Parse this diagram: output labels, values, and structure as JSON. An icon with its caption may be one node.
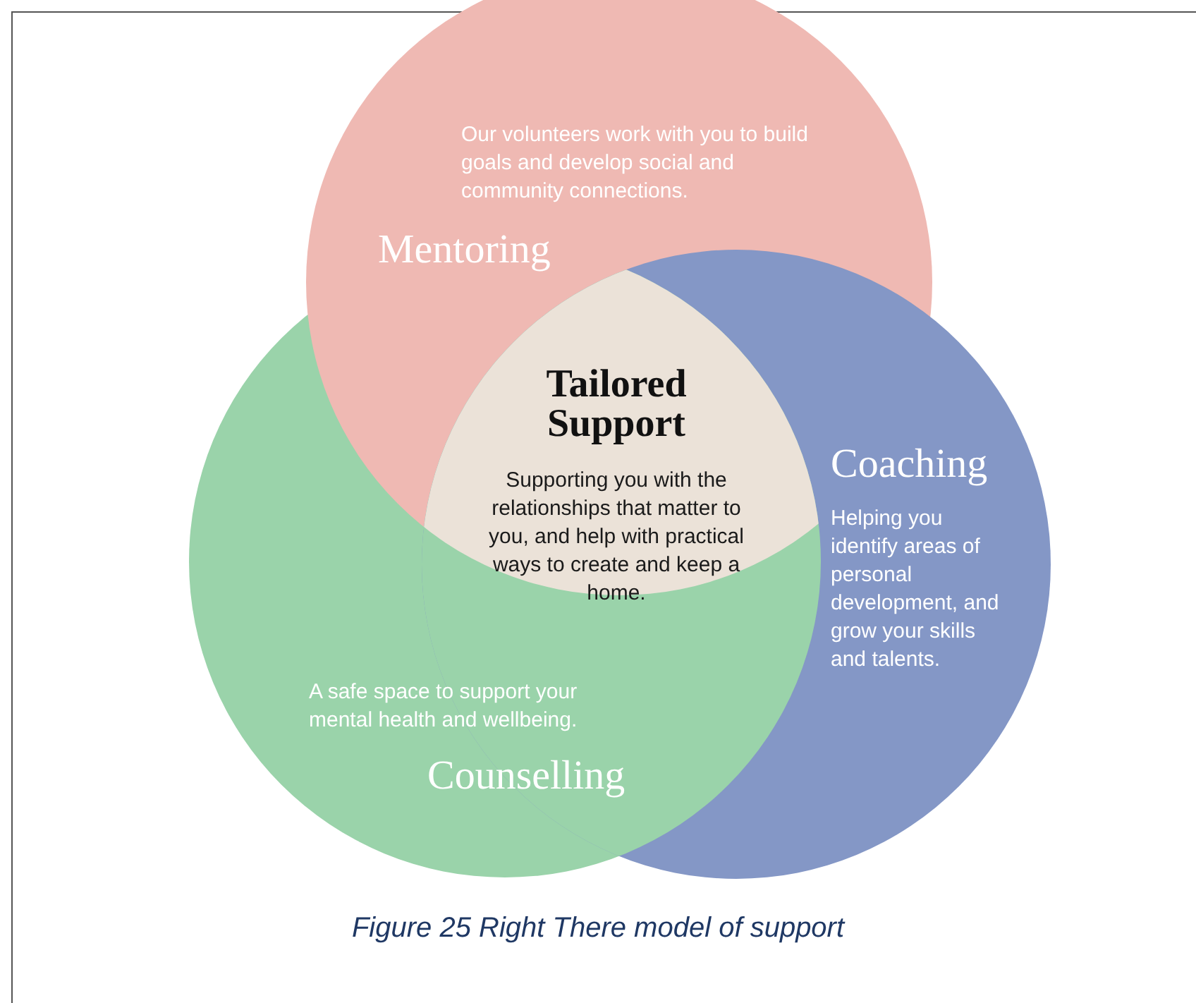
{
  "diagram": {
    "caption": "Figure 25 Right There model of support",
    "nodes": [
      {
        "text": [
          "Our volunteers work with you to build goals and develop social and community connections.",
          "Mentoring"
        ]
      },
      {
        "text": [
          "Tailored Support",
          "Supporting you with the relationships that matter to you, and help with practical ways to create and keep a home."
        ]
      },
      {
        "text": [
          "Coaching",
          "Helping you identify areas of personal development, and grow your skills and talents."
        ]
      },
      {
        "text": [
          "A safe space to support your mental health and wellbeing.",
          "Counselling"
        ]
      }
    ],
    "edges": []
  }
}
